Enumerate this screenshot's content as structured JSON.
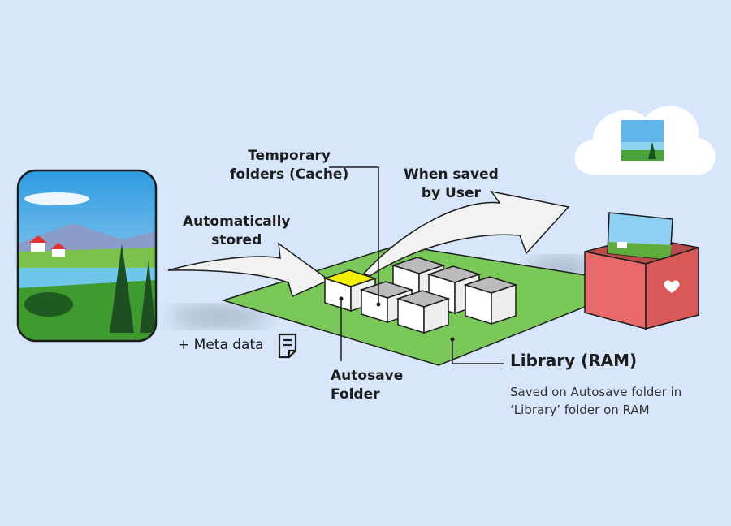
{
  "labels": {
    "temporary_folders": [
      "Temporary",
      "folders (Cache)"
    ],
    "when_saved": [
      "When saved",
      "by User"
    ],
    "automatically_stored": [
      "Automatically",
      "stored"
    ],
    "meta_data": "+ Meta data",
    "autosave_folder": [
      "Autosave",
      "Folder"
    ],
    "library_title": "Library (RAM)",
    "library_desc": [
      "Saved on Autosave folder in",
      "‘Library’ folder on RAM"
    ]
  },
  "colors": {
    "background": "#d7e6fb",
    "library_plane": "#7ac85a",
    "autosave_top": "#f0f000",
    "gallery_box": "#e86a6a",
    "arrow": "#f2f2f2"
  },
  "icons": [
    "landscape-image-icon",
    "document-icon",
    "cloud-icon",
    "heart-icon"
  ]
}
